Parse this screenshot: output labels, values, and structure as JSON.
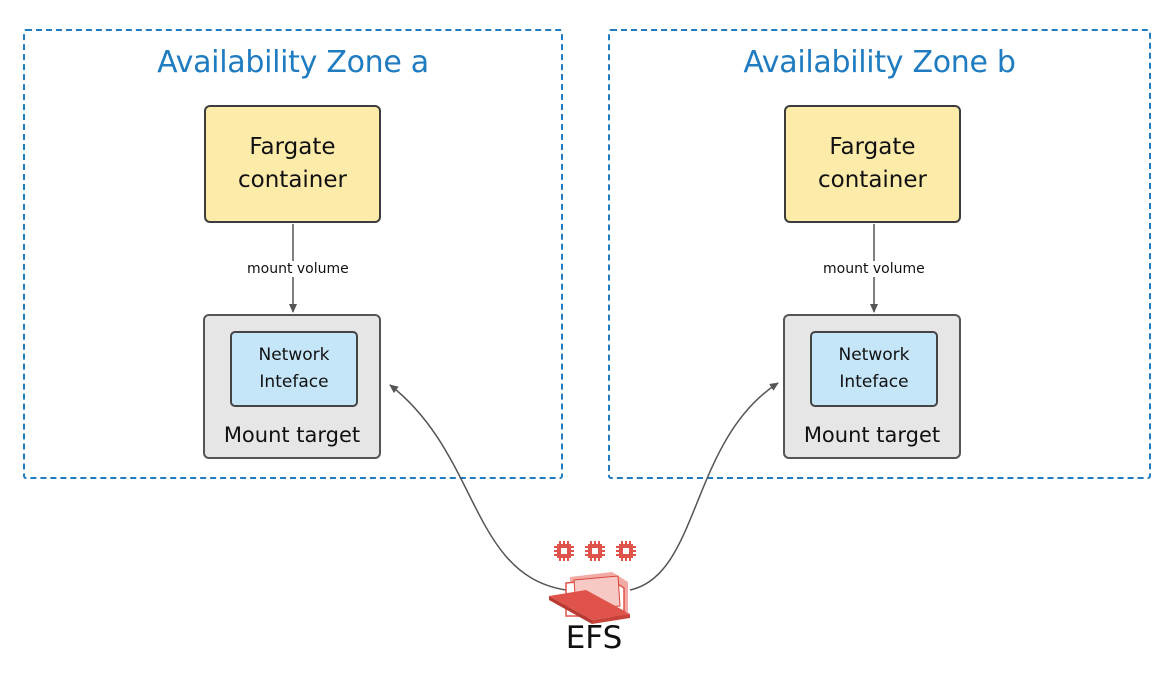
{
  "zones": [
    {
      "title": "Availability Zone a",
      "container_label": "Fargate\ncontainer",
      "edge_label": "mount volume",
      "network_interface_label": "Network\nInteface",
      "mount_target_label": "Mount target"
    },
    {
      "title": "Availability Zone b",
      "container_label": "Fargate\ncontainer",
      "edge_label": "mount volume",
      "network_interface_label": "Network\nInteface",
      "mount_target_label": "Mount target"
    }
  ],
  "efs": {
    "label": "EFS",
    "icon": "efs-folder-icon",
    "chip_icon": "chip-icon"
  },
  "colors": {
    "zone_border": "#1f7cc1",
    "container_fill": "#fdebaa",
    "mount_fill": "#e6e6e6",
    "nic_fill": "#c5e5f8",
    "efs_red": "#e0534a",
    "connector": "#555555"
  }
}
